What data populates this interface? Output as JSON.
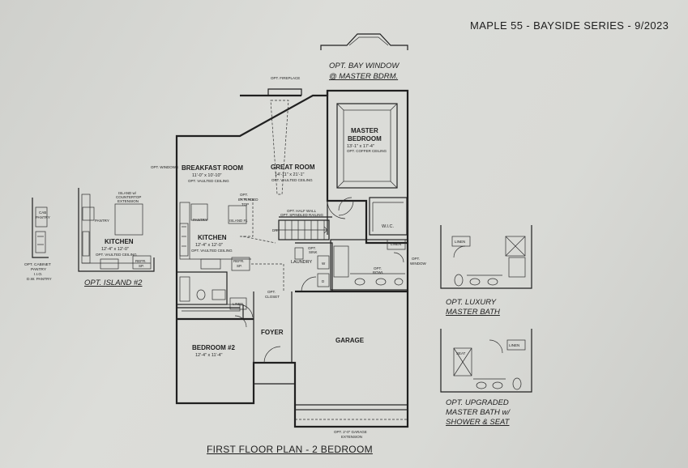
{
  "sheet": {
    "series_title": "MAPLE 55 - BAYSIDE SERIES - 9/2023",
    "plan_title": "FIRST FLOOR PLAN - 2 BEDROOM"
  },
  "rooms": {
    "breakfast": {
      "name": "BREAKFAST ROOM",
      "dims": "11'-0\" x 10'-10\"",
      "note": "OPT. VAULTED CEILING"
    },
    "great": {
      "name": "GREAT ROOM",
      "dims": "14'-11\" x 21'-1\"",
      "note": "OPT. VAULTED CEILING"
    },
    "master": {
      "name1": "MASTER",
      "name2": "BEDROOM",
      "dims": "13'-1\" x 17'-4\"",
      "note": "OPT. COFFER CEILING"
    },
    "kitchen": {
      "name": "KITCHEN",
      "dims": "12'-4\" x 12'-0\"",
      "note": "OPT. VAULTED CEILING"
    },
    "bedroom2": {
      "name": "BEDROOM #2",
      "dims": "12'-4\" x 11'-4\""
    },
    "foyer": {
      "name": "FOYER"
    },
    "garage": {
      "name": "GARAGE"
    },
    "laundry": {
      "name": "LAUNDRY"
    },
    "wic": {
      "name": "W.I.C."
    }
  },
  "small_labels": {
    "opt_fireplace": "OPT. FIREPLACE",
    "opt_windows": "OPT. WINDOWS",
    "opt_extended_top": [
      "OPT.",
      "EXTENDED",
      "TOP"
    ],
    "island1": "ISLAND #1",
    "pantry": "PANTRY",
    "opt_half_wall": "OPT. HALF WALL",
    "opt_spindled": "OPT. SPINDLED RAILING",
    "dn": "DN",
    "opt_sink": [
      "OPT.",
      "SINK"
    ],
    "linen": "LINEN",
    "opt_bowl": [
      "OPT.",
      "BOWL"
    ],
    "opt_window": [
      "OPT.",
      "WINDOW"
    ],
    "opt_closet": [
      "OPT.",
      "CLOSET"
    ],
    "refr": [
      "REFR.",
      "SP."
    ],
    "w": "W",
    "d": "D",
    "garage_ext": [
      "OPT. 2'-0\" GARAGE",
      "EXTENSION"
    ]
  },
  "options": {
    "bay_window": {
      "line1": "OPT. BAY WINDOW",
      "line2": "@ MASTER BDRM."
    },
    "island2": {
      "title": "OPT. ISLAND #2",
      "kitchen": "KITCHEN",
      "dims": "12'-4\" x 12'-0\"",
      "note": "OPT. VAULTED CEILING",
      "island_note": [
        "ISLAND w/",
        "COUNTERTOP",
        "EXTENSION"
      ],
      "pantry": "PANTRY",
      "refr": [
        "REFR.",
        "SP."
      ]
    },
    "cabinet_pantry": {
      "cab": "CAB",
      "pantry": "PANTRY",
      "label": [
        "OPT. CABINET",
        "PANTRY",
        "I.I.O.",
        "D.W. PANTRY"
      ]
    },
    "luxury_bath": {
      "line1": "OPT. LUXURY",
      "line2": "MASTER BATH",
      "linen": "LINEN"
    },
    "upgraded_bath": {
      "line1": "OPT. UPGRADED",
      "line2": "MASTER BATH w/",
      "line3": "SHOWER & SEAT",
      "seat": "SEAT",
      "linen": "LINEN"
    }
  }
}
